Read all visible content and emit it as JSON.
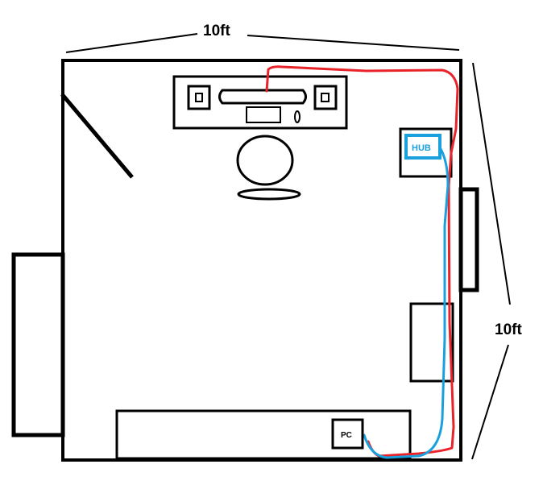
{
  "dimensions": {
    "top": "10ft",
    "right": "10ft"
  },
  "devices": {
    "hub": "HUB",
    "pc": "PC"
  },
  "colors": {
    "background": "#ffffff",
    "walls": "#000000",
    "red_cable": "#e8232a",
    "blue_cable": "#1aa0dd"
  }
}
